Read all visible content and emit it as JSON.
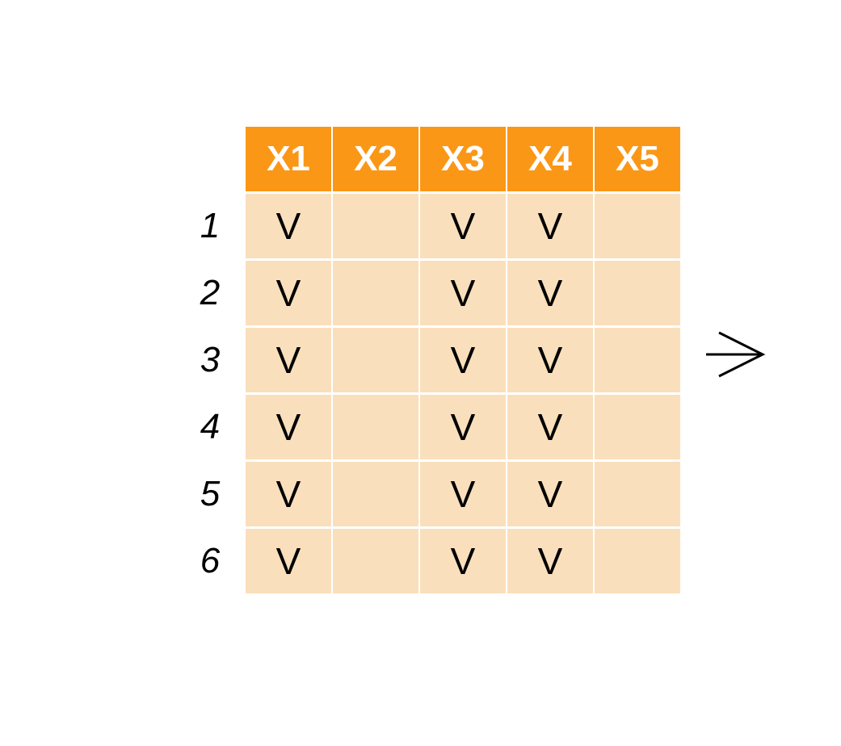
{
  "colors": {
    "header_fill": "#fb9716",
    "cell_fill": "#fadfbc",
    "grid_lines": "#ffffff",
    "text": "#000000"
  },
  "table": {
    "columns": [
      "X1",
      "X2",
      "X3",
      "X4",
      "X5"
    ],
    "row_labels": [
      "1",
      "2",
      "3",
      "4",
      "5",
      "6"
    ],
    "cells": [
      [
        "V",
        "",
        "V",
        "V",
        ""
      ],
      [
        "V",
        "",
        "V",
        "V",
        ""
      ],
      [
        "V",
        "",
        "V",
        "V",
        ""
      ],
      [
        "V",
        "",
        "V",
        "V",
        ""
      ],
      [
        "V",
        "",
        "V",
        "V",
        ""
      ],
      [
        "V",
        "",
        "V",
        "V",
        ""
      ]
    ]
  },
  "arrow": {
    "icon": "right-arrow-icon",
    "direction": "right"
  }
}
